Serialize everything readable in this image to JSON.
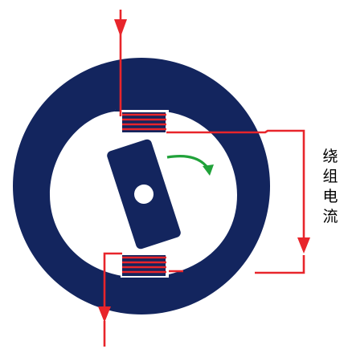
{
  "diagram": {
    "label_chars": [
      "绕",
      "组",
      "电",
      "流"
    ],
    "colors": {
      "stator": "#13255e",
      "rotor": "#13255e",
      "coil": "#e8252b",
      "current": "#e8252b",
      "rotation_arrow": "#21a23a",
      "background": "#ffffff"
    }
  }
}
